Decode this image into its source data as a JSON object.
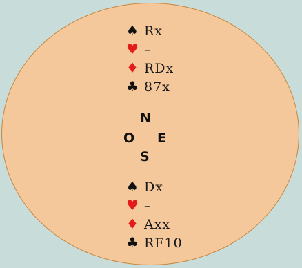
{
  "hands": {
    "north": [
      {
        "suit_icon": "spade-icon",
        "symbol": "♠",
        "color": "#111111",
        "cards": "Rx"
      },
      {
        "suit_icon": "heart-icon",
        "symbol": "♥",
        "color": "#e41b1b",
        "cards": "–"
      },
      {
        "suit_icon": "diamond-icon",
        "symbol": "♦",
        "color": "#e41b1b",
        "cards": "RDx"
      },
      {
        "suit_icon": "club-icon",
        "symbol": "♣",
        "color": "#111111",
        "cards": "87x"
      }
    ],
    "south": [
      {
        "suit_icon": "spade-icon",
        "symbol": "♠",
        "color": "#111111",
        "cards": "Dx"
      },
      {
        "suit_icon": "heart-icon",
        "symbol": "♥",
        "color": "#e41b1b",
        "cards": "–"
      },
      {
        "suit_icon": "diamond-icon",
        "symbol": "♦",
        "color": "#e41b1b",
        "cards": "Axx"
      },
      {
        "suit_icon": "club-icon",
        "symbol": "♣",
        "color": "#111111",
        "cards": "RF10"
      }
    ]
  },
  "compass": {
    "north": "N",
    "west": "O",
    "east": "E",
    "south": "S"
  },
  "colors": {
    "background": "#c8ddd9",
    "table": "#f4c89b",
    "table_border": "#c8863f",
    "red_suit": "#e41b1b",
    "black_suit": "#111111"
  }
}
